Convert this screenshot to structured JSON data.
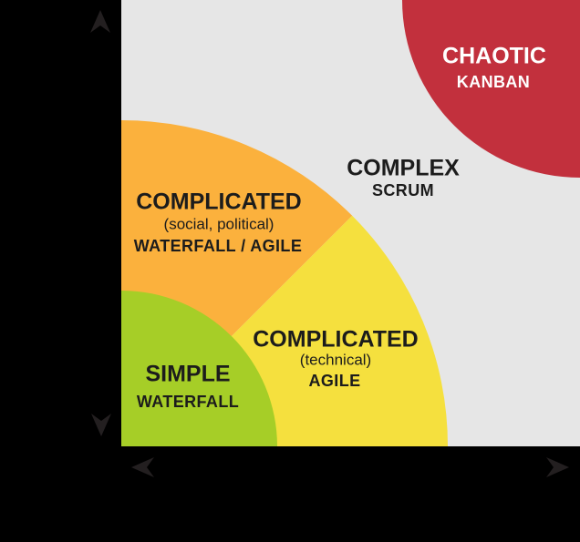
{
  "colors": {
    "background": "#000000",
    "plot_bg": "#E6E6E6",
    "simple_green": "#A6CE27",
    "technical_yellow": "#F5E03E",
    "social_orange": "#FBB13D",
    "chaotic_red": "#C2303D",
    "axis_arrow": "#231F20",
    "text_dark": "#1C1C1C",
    "text_light": "#FFFFFF"
  },
  "regions": {
    "simple": {
      "title": "SIMPLE",
      "method": "WATERFALL"
    },
    "complicated_technical": {
      "title": "COMPLICATED",
      "subtitle": "(technical)",
      "method": "AGILE"
    },
    "complicated_social": {
      "title": "COMPLICATED",
      "subtitle": "(social, political)",
      "method": "WATERFALL / AGILE"
    },
    "complex": {
      "title": "COMPLEX",
      "method": "SCRUM"
    },
    "chaotic": {
      "title": "CHAOTIC",
      "method": "KANBAN"
    }
  },
  "axes": {
    "vertical_arrows": [
      "up",
      "down"
    ],
    "horizontal_arrows": [
      "left",
      "right"
    ]
  }
}
